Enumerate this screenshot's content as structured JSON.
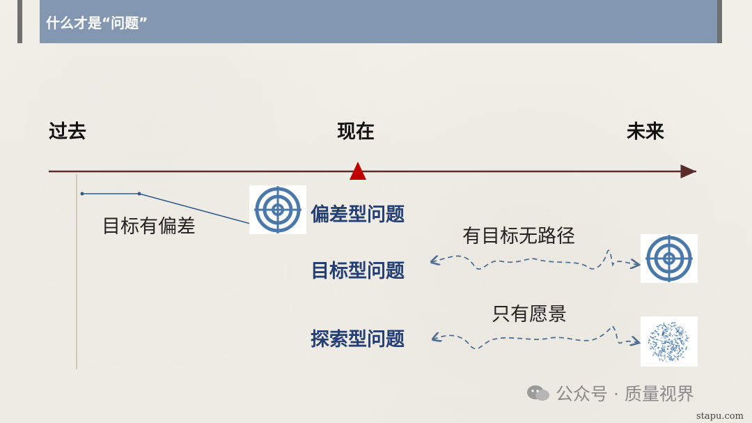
{
  "header": {
    "title": "什么才是“问题”"
  },
  "timeline": {
    "past": "过去",
    "now": "现在",
    "future": "未来"
  },
  "problems": {
    "deviation": "偏差型问题",
    "target": "目标型问题",
    "explore": "探索型问题"
  },
  "notes": {
    "deviation": "目标有偏差",
    "target": "有目标无路径",
    "explore": "只有愿景"
  },
  "watermark": {
    "text": "公众号 · 质量视界",
    "site": "stapu.com"
  },
  "colors": {
    "title_bar": "#8497b0",
    "axis": "#5a2d2a",
    "now_marker": "#c00000",
    "label_blue": "#243f73",
    "dash_line": "#4f6f93",
    "target_icon": "#4a78a8"
  }
}
